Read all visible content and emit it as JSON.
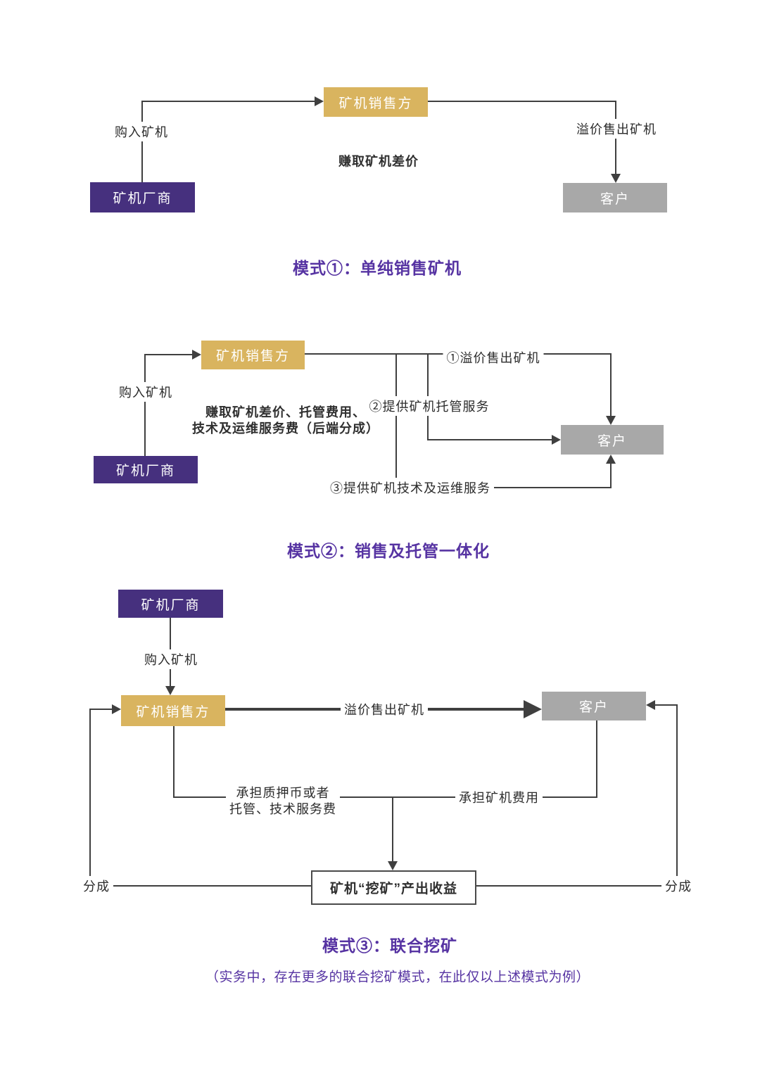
{
  "colors": {
    "manufacturer_box": "#46307E",
    "seller_box": "#D9B45F",
    "customer_box": "#A8A8A8",
    "title_purple": "#5633A2",
    "line": "#3F3F3F",
    "background": "#FFFFFF"
  },
  "diagram1": {
    "nodes": {
      "seller": "矿机销售方",
      "manufacturer": "矿机厂商",
      "customer": "客户"
    },
    "edges": {
      "buy": "购入矿机",
      "sell": "溢价售出矿机"
    },
    "note": "赚取矿机差价",
    "title": "模式①：单纯销售矿机"
  },
  "diagram2": {
    "nodes": {
      "seller": "矿机销售方",
      "manufacturer": "矿机厂商",
      "customer": "客户"
    },
    "edges": {
      "buy": "购入矿机",
      "sell": "①溢价售出矿机",
      "hosting": "②提供矿机托管服务",
      "tech": "③提供矿机技术及运维服务"
    },
    "note_line1": "赚取矿机差价、托管费用、",
    "note_line2": "技术及运维服务费（后端分成）",
    "title": "模式②：销售及托管一体化"
  },
  "diagram3": {
    "nodes": {
      "manufacturer": "矿机厂商",
      "seller": "矿机销售方",
      "customer": "客户",
      "output": "矿机“挖矿”产出收益"
    },
    "edges": {
      "buy": "购入矿机",
      "sell": "溢价售出矿机",
      "pledge_line1": "承担质押币或者",
      "pledge_line2": "托管、技术服务费",
      "fee": "承担矿机费用",
      "share_left": "分成",
      "share_right": "分成"
    },
    "title": "模式③：联合挖矿",
    "subtitle": "（实务中，存在更多的联合挖矿模式，在此仅以上述模式为例）"
  }
}
